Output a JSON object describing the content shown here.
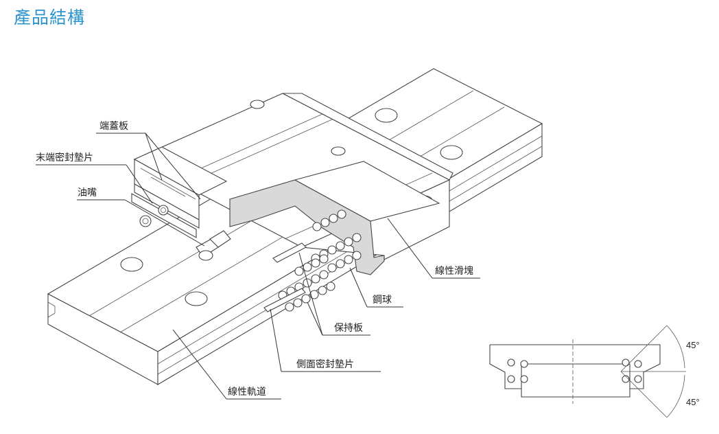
{
  "page_title": "產品結構",
  "labels": {
    "end_cap": "端蓋板",
    "end_seal": "末端密封墊片",
    "grease_nipple": "油嘴",
    "block": "線性滑塊",
    "steel_ball": "鋼球",
    "retainer": "保持板",
    "side_seal": "側面密封墊片",
    "rail": "線性軌道"
  },
  "angles": {
    "upper": "45°",
    "lower": "45°"
  },
  "colors": {
    "title": "#2b94cf",
    "cut_fill": "#d9d9d9",
    "line": "#333333"
  }
}
